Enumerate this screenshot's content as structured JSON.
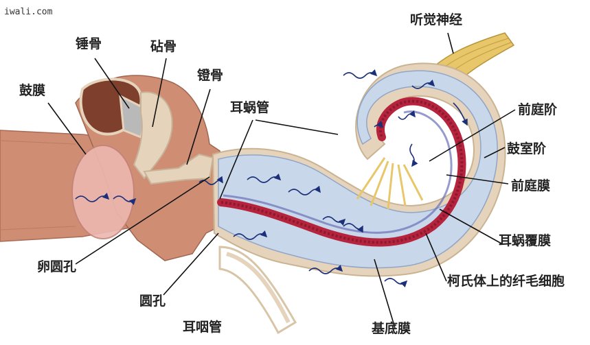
{
  "watermark": "iwali.com",
  "labels": {
    "hammer": "锤骨",
    "anvil": "砧骨",
    "stirrup": "镫骨",
    "eardrum": "鼓膜",
    "cochlear_duct": "耳蜗管",
    "auditory_nerve": "听觉神经",
    "scala_vestibuli": "前庭阶",
    "scala_tympani": "鼓室阶",
    "vestibular_membrane": "前庭膜",
    "tectorial_membrane": "耳蜗覆膜",
    "hair_cells": "柯氏体上的纤毛细胞",
    "basilar_membrane": "基底膜",
    "oval_window": "卵圆孔",
    "round_window": "圆孔",
    "eustachian_tube": "耳咽管"
  },
  "colors": {
    "canal": "#cf8e74",
    "bone_light": "#e6d3bc",
    "bone_dark": "#7e3f2c",
    "duct_blue": "#c9d7ea",
    "duct_red": "#b6233c",
    "nerve": "#e8c66a",
    "wave": "#1c2f7a"
  }
}
